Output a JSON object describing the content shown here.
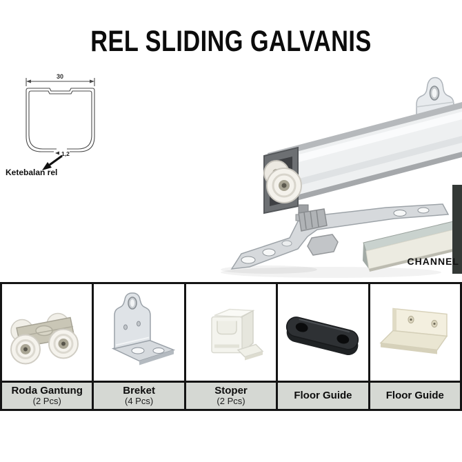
{
  "title": "REL SLIDING GALVANIS",
  "hero": {
    "diagram": {
      "width_dim": "30",
      "thickness_dim": "1,2",
      "caption": "Ketebalan rel"
    },
    "channel_label": "CHANNEL"
  },
  "parts": [
    {
      "name": "Roda Gantung",
      "qty": "(2 Pcs)",
      "icon": "hanging-roller"
    },
    {
      "name": "Breket",
      "qty": "(4 Pcs)",
      "icon": "corner-bracket"
    },
    {
      "name": "Stoper",
      "qty": "(2 Pcs)",
      "icon": "stopper"
    },
    {
      "name": "Floor Guide",
      "qty": "",
      "icon": "floor-guide-black"
    },
    {
      "name": "Floor Guide",
      "qty": "",
      "icon": "floor-guide-cream"
    }
  ],
  "colors": {
    "label_bar": "#d5d8d3",
    "table_border": "#141414",
    "title_text": "#0c0c0c",
    "floor_guide_black": "#26292c",
    "floor_guide_cream": "#f3efdf",
    "metal_light": "#e8ebee",
    "channel_cream": "#ecebe1"
  }
}
